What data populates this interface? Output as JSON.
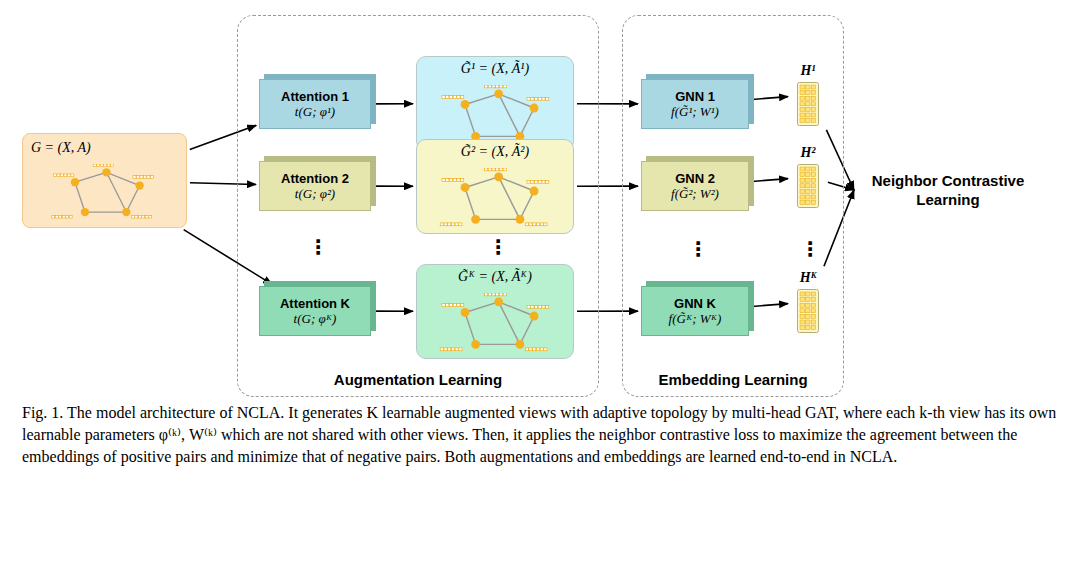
{
  "diagram": {
    "caption": "Fig. 1. The model architecture of NCLA. It generates K learnable augmented views with adaptive topology by multi-head GAT, where each k-th view has its own learnable parameters φ⁽ᵏ⁾, W⁽ᵏ⁾ which are not shared with other views. Then, it applies the neighbor contrastive loss to maximize the agreement between the embeddings of positive pairs and minimize that of negative pairs. Both augmentations and embeddings are learned end-to-end in NCLA.",
    "nodes": [
      {
        "text": [
          "G = (X, A)"
        ]
      },
      {
        "text": [
          "Augmentation Learning"
        ]
      },
      {
        "text": [
          "Attention 1",
          "t(G; φ¹)"
        ],
        "in": 1
      },
      {
        "text": [
          "G̃¹ = (X, Ã¹)"
        ],
        "in": 1
      },
      {
        "text": [
          "Attention 2",
          "t(G; φ²)"
        ],
        "in": 1
      },
      {
        "text": [
          "G̃² = (X, Ã²)"
        ],
        "in": 1
      },
      {
        "text": [
          "Attention K",
          "t(G; φᴷ)"
        ],
        "in": 1
      },
      {
        "text": [
          "G̃ᴷ = (X, Ãᴷ)"
        ],
        "in": 1
      },
      {
        "text": [
          "Embedding Learning"
        ]
      },
      {
        "text": [
          "GNN 1",
          "f(G̃¹; W¹)"
        ],
        "in": 8
      },
      {
        "text": [
          "H¹"
        ],
        "in": 8
      },
      {
        "text": [
          "GNN 2",
          "f(G̃²; W²)"
        ],
        "in": 8
      },
      {
        "text": [
          "H²"
        ],
        "in": 8
      },
      {
        "text": [
          "GNN K",
          "f(G̃ᴷ; Wᴷ)"
        ],
        "in": 8
      },
      {
        "text": [
          "Hᴷ"
        ],
        "in": 8
      },
      {
        "text": [
          "Neighbor Contrastive Learning"
        ]
      }
    ],
    "edges": [
      {
        "from": 0,
        "to": 2,
        "arrow": "to"
      },
      {
        "from": 0,
        "to": 4,
        "arrow": "to"
      },
      {
        "from": 0,
        "to": 6,
        "arrow": "to"
      },
      {
        "from": 2,
        "to": 3,
        "arrow": "to"
      },
      {
        "from": 4,
        "to": 5,
        "arrow": "to"
      },
      {
        "from": 6,
        "to": 7,
        "arrow": "to"
      },
      {
        "from": 3,
        "to": 9,
        "arrow": "to"
      },
      {
        "from": 5,
        "to": 11,
        "arrow": "to"
      },
      {
        "from": 7,
        "to": 13,
        "arrow": "to"
      },
      {
        "from": 9,
        "to": 10,
        "arrow": "to"
      },
      {
        "from": 11,
        "to": 12,
        "arrow": "to"
      },
      {
        "from": 13,
        "to": 14,
        "arrow": "to"
      },
      {
        "from": 10,
        "to": 15,
        "arrow": "to"
      },
      {
        "from": 12,
        "to": 15,
        "arrow": "to"
      },
      {
        "from": 14,
        "to": 15,
        "arrow": "to"
      }
    ],
    "labels": [
      "⋮",
      "⋮",
      "⋮",
      "⋮"
    ]
  }
}
